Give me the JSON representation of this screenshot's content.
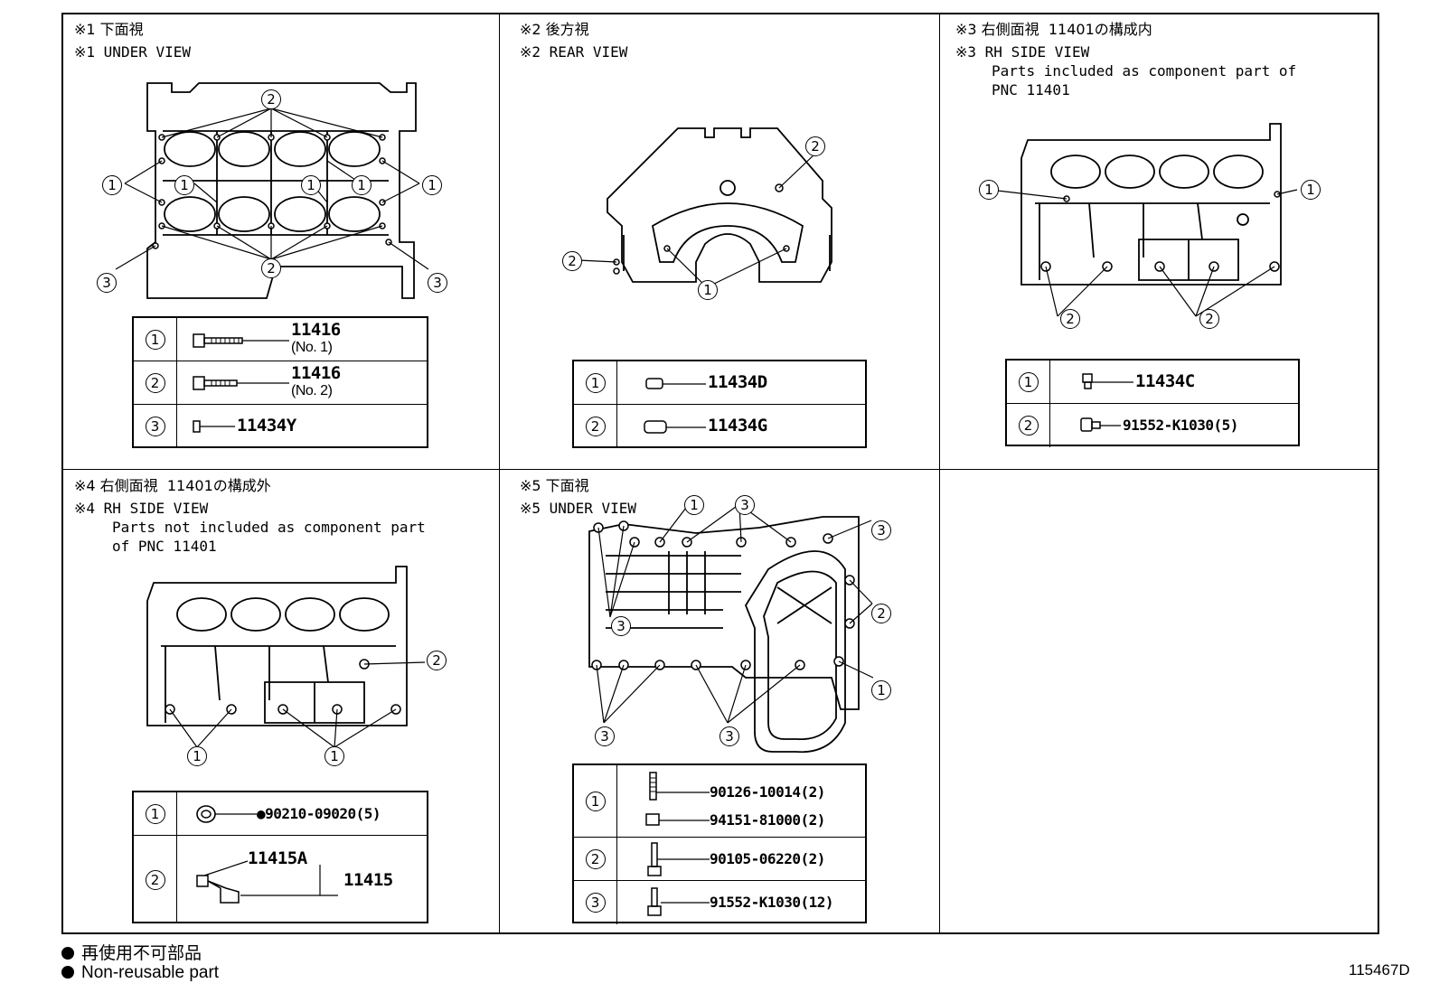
{
  "panels": {
    "p1": {
      "line1": "※1 下面視",
      "line2": "※1 UNDER VIEW"
    },
    "p2": {
      "line1": "※2 後方視",
      "line2": "※2 REAR VIEW"
    },
    "p3": {
      "line1": "※3 右側面視  11401の構成内",
      "line2": "※3 RH SIDE VIEW",
      "line3": "Parts included as component part of",
      "line4": "PNC 11401"
    },
    "p4": {
      "line1": "※4 右側面視  11401の構成外",
      "line2": "※4 RH SIDE VIEW",
      "line3": "Parts not included as component part",
      "line4": "of PNC 11401"
    },
    "p5": {
      "line1": "※5 下面視",
      "line2": "※5 UNDER VIEW"
    }
  },
  "callouts": {
    "c1": "1",
    "c2": "2",
    "c3": "3"
  },
  "tables": {
    "t1": [
      {
        "no": "1",
        "part": "11416",
        "sub": "(No. 1)",
        "icon": "long-bolt-icon"
      },
      {
        "no": "2",
        "part": "11416",
        "sub": "(No. 2)",
        "icon": "bolt-icon"
      },
      {
        "no": "3",
        "part": "11434Y",
        "icon": "pin-icon"
      }
    ],
    "t2": [
      {
        "no": "1",
        "part": "11434D",
        "icon": "dowel-pin-icon"
      },
      {
        "no": "2",
        "part": "11434G",
        "icon": "dowel-pin-icon"
      }
    ],
    "t3": [
      {
        "no": "1",
        "part": "11434C",
        "icon": "pin-icon"
      },
      {
        "no": "2",
        "part": "91552-K1030(5)",
        "icon": "bolt-icon"
      }
    ],
    "t4": [
      {
        "no": "1",
        "part": "●90210-09020(5)",
        "icon": "washer-icon"
      },
      {
        "no": "2",
        "part_a": "11415A",
        "part": "11415",
        "icon": "oil-jet-icon"
      }
    ],
    "t5": [
      {
        "no": "1",
        "part": "90126-10014(2)",
        "part2": "94151-81000(2)",
        "icon": "stud-nut-icon"
      },
      {
        "no": "2",
        "part": "90105-06220(2)",
        "icon": "bolt-icon"
      },
      {
        "no": "3",
        "part": "91552-K1030(12)",
        "icon": "bolt-icon"
      }
    ]
  },
  "legend": {
    "jp": "再使用不可部品",
    "en": "Non-reusable part"
  },
  "illustration_id": "115467D"
}
